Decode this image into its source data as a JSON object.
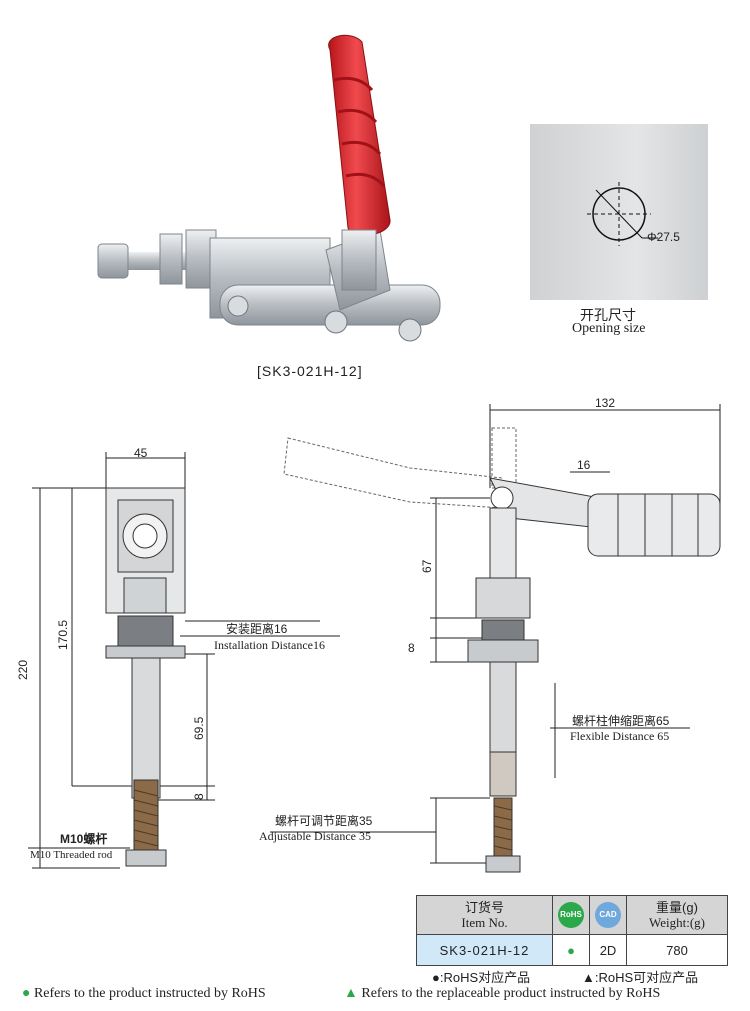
{
  "product": {
    "model_caption": "[SK3-021H-12]"
  },
  "opening": {
    "diameter_label": "Φ27.5",
    "title_cn": "开孔尺寸",
    "title_en": "Opening size"
  },
  "front_view": {
    "dim_width": "45",
    "dim_total": "220",
    "dim_upper": "170.5",
    "dim_rod": "69.5",
    "dim_nut": "8",
    "install_cn": "安装距离16",
    "install_en": "Installation Distance16",
    "rod_cn": "M10螺杆",
    "rod_en": "M10 Threaded rod"
  },
  "side_view": {
    "dim_length": "132",
    "dim_handle": "16",
    "dim_height": "67",
    "dim_gap": "8",
    "flex_cn": "螺杆柱伸缩距离65",
    "flex_en": "Flexible Distance 65",
    "adjust_cn": "螺杆可调节距离35",
    "adjust_en": "Adjustable Distance 35"
  },
  "spec_table": {
    "item_cn": "订货号",
    "item_en": "Item No.",
    "rohs_badge": "RoHS",
    "cad_badge": "CAD",
    "weight_cn": "重量(g)",
    "weight_en": "Weight:(g)",
    "item_no": "SK3-021H-12",
    "rohs_mark": "●",
    "cad_value": "2D",
    "weight_value": "780"
  },
  "legend": {
    "rohs_cn": "●:RoHS对应产品",
    "replace_cn": "▲:RoHS可对应产品",
    "rohs_en": "Refers to the product instructed by RoHS",
    "replace_en": "Refers to the replaceable product instructed by RoHS"
  },
  "colors": {
    "handle_red": "#d8262b",
    "metal": "#c9cdd1",
    "rohs_green": "#2aa84a",
    "cad_blue": "#6fa8dc",
    "plate_gray": "#d6d8da"
  }
}
